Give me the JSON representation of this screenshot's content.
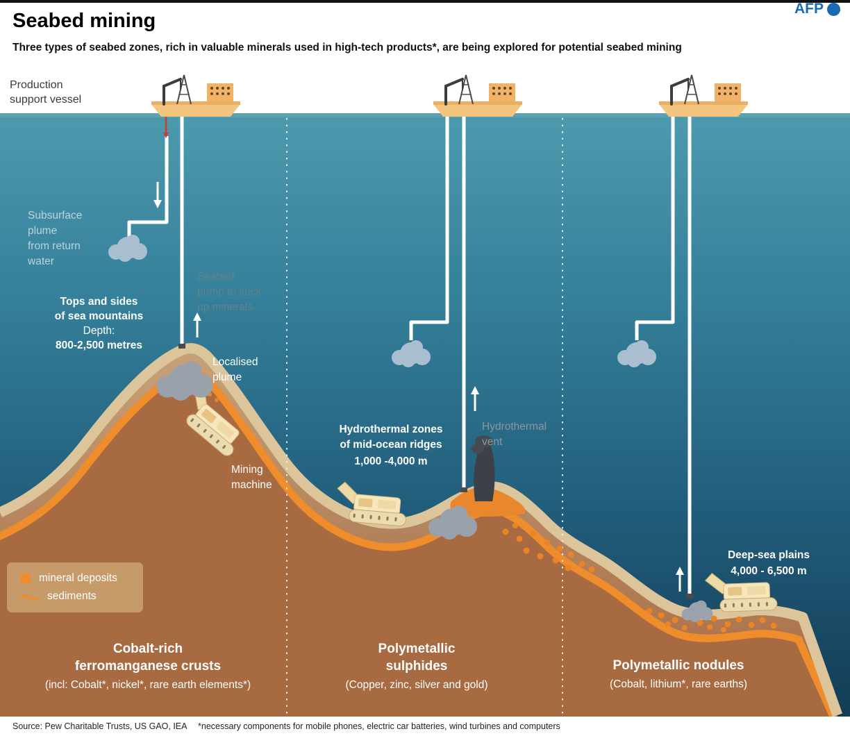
{
  "header": {
    "title": "Seabed mining",
    "subtitle": "Three types of seabed zones, rich in valuable minerals used in high-tech products*, are being explored for potential seabed mining"
  },
  "scene": {
    "production_vessel": "Production\nsupport vessel",
    "subsurface_plume": "Subsurface\nplume\nfrom return\nwater",
    "seabed_pump": "Seabed\npump to suck\nup minerals",
    "zone1_feature": "Tops and sides\nof sea mountains",
    "zone1_depth_label": "Depth:",
    "zone1_depth": "800-2,500 metres",
    "localised_plume": "Localised\nplume",
    "mining_machine": "Mining\nmachine",
    "zone2_feature": "Hydrothermal zones\nof mid-ocean ridges",
    "zone2_depth": "1,000 -4,000 m",
    "hydrothermal_vent": "Hydrothermal\nvent",
    "zone3_feature": "Deep-sea plains",
    "zone3_depth": "4,000 - 6,500 m"
  },
  "legend": {
    "mineral": "mineral deposits",
    "sediments": "sediments"
  },
  "zones": [
    {
      "title": "Cobalt-rich\nferromanganese crusts",
      "subtitle": "(incl: Cobalt*,  nickel*, rare earth elements*)"
    },
    {
      "title": "Polymetallic\nsulphides",
      "subtitle": "(Copper, zinc, silver and gold)"
    },
    {
      "title": "Polymetallic nodules",
      "subtitle": "(Cobalt, lithium*, rare earths)"
    }
  ],
  "footer": {
    "source": "Source: Pew Charitable Trusts, US GAO, IEA",
    "note": "*necessary components for mobile phones, electric car batteries, wind turbines and computers",
    "brand": "AFP"
  },
  "colors": {
    "ocean_top": "#4E9AAD",
    "ocean_bottom": "#133C55",
    "sediment_orange": "#EF8C2B",
    "afp_blue": "#1A6AB4"
  }
}
